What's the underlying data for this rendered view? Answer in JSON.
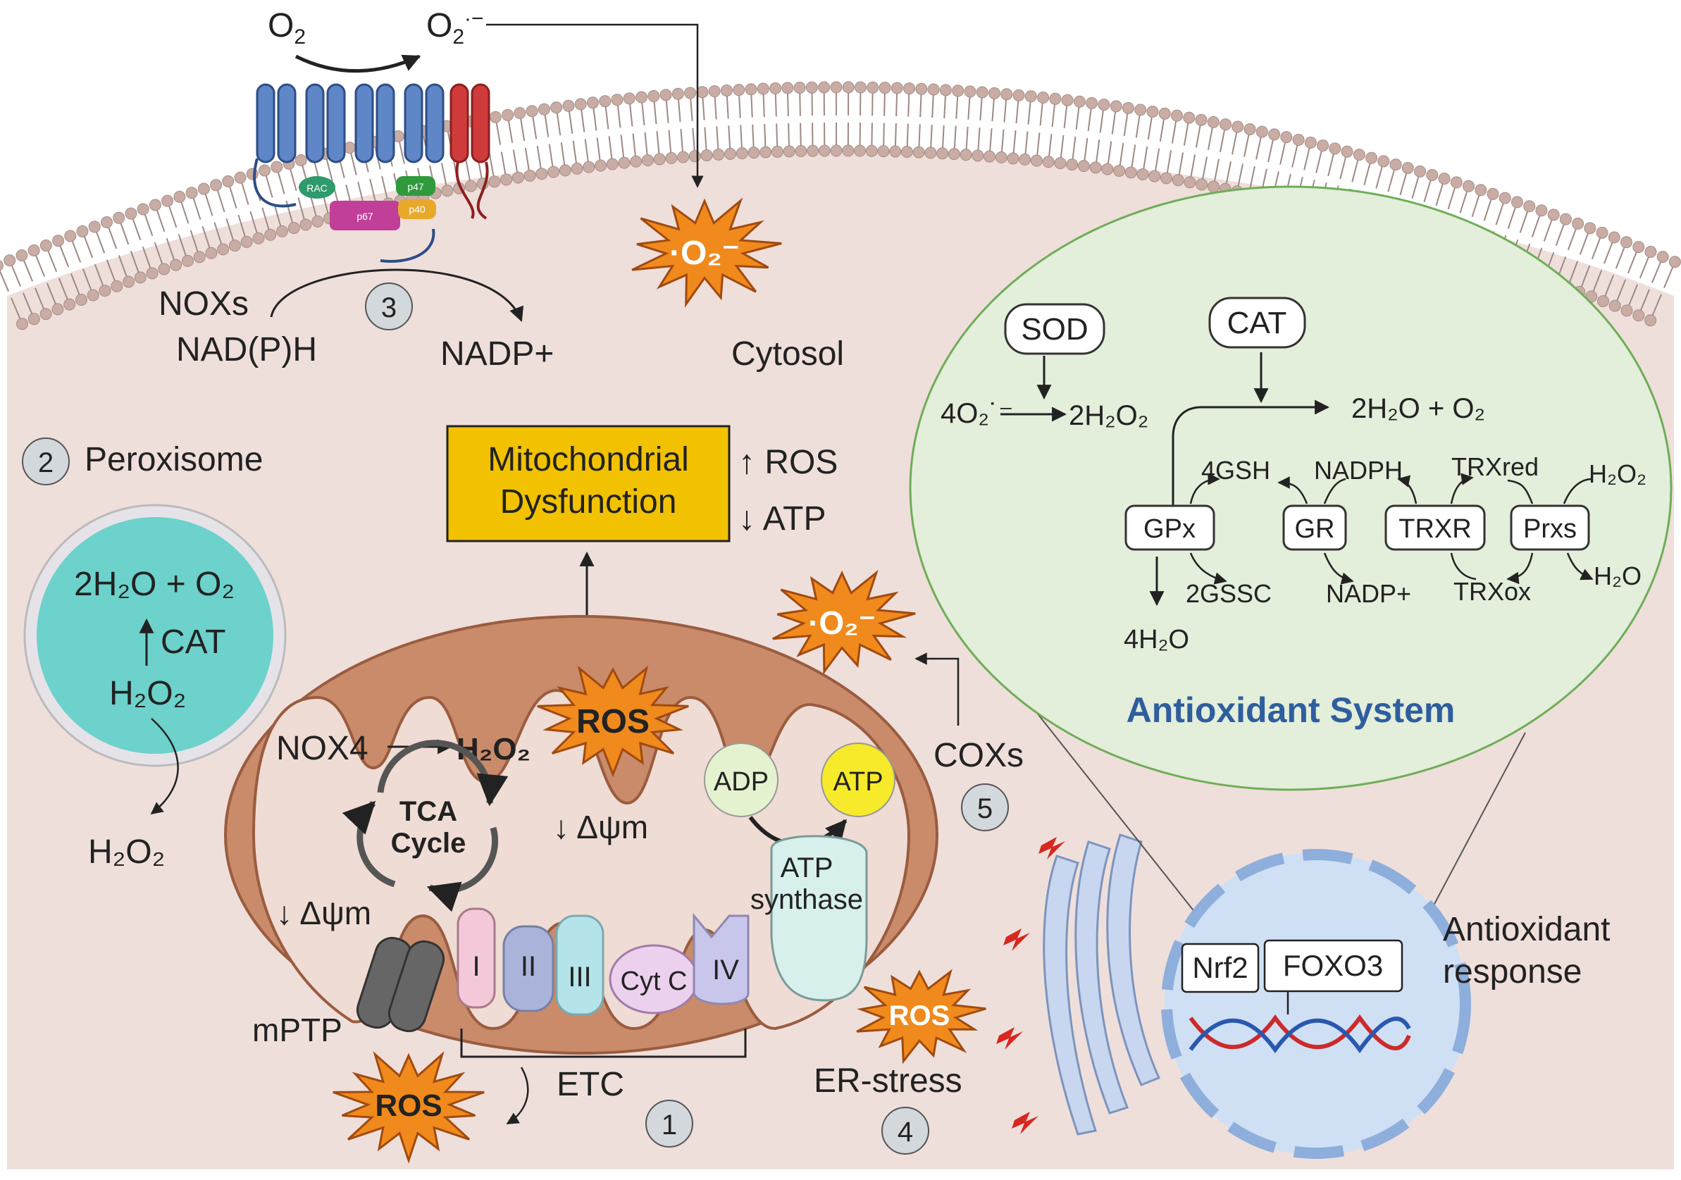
{
  "membrane": {
    "o2": "O",
    "o2_sub": "2",
    "superoxide": "O",
    "superoxide_sub": "2",
    "superoxide_sup": "·−",
    "subunits": {
      "rac": "RAC",
      "p47": "p47",
      "p67": "p67",
      "p40": "p40"
    },
    "step3": "3",
    "noxs": "NOXs",
    "nadph": "NAD(P)H",
    "nadp_plus": "NADP+",
    "cytosol": "Cytosol"
  },
  "peroxisome": {
    "step2": "2",
    "label": "Peroxisome",
    "product": "2H₂O + O₂",
    "enzyme": "CAT",
    "substrate": "H₂O₂",
    "released": "H₂O₂"
  },
  "dysfunction": {
    "line1": "Mitochondrial",
    "line2": "Dysfunction",
    "ros_up": "↑ ROS",
    "atp_down": "↓ ATP"
  },
  "mitochondrion": {
    "nox4": "NOX4",
    "h2o2": "H₂O₂",
    "tca1": "TCA",
    "tca2": "Cycle",
    "ros_inner": "ROS",
    "dpsi_inner": "↓ Δψm",
    "dpsi_left": "↓ Δψm",
    "adp": "ADP",
    "atp": "ATP",
    "atp_synthase1": "ATP",
    "atp_synthase2": "synthase",
    "complexes": [
      "I",
      "II",
      "III",
      "Cyt C",
      "IV"
    ],
    "mptp": "mPTP",
    "etc": "ETC",
    "ros_out": "ROS",
    "step1": "1"
  },
  "cox": {
    "superoxide": "·O₂⁻",
    "label": "COXs",
    "step5": "5"
  },
  "er": {
    "ros": "ROS",
    "label": "ER-stress",
    "step4": "4"
  },
  "nucleus": {
    "nrf2": "Nrf2",
    "foxo3": "FOXO3",
    "response1": "Antioxidant",
    "response2": "response"
  },
  "antioxidant": {
    "sod": "SOD",
    "cat": "CAT",
    "superoxide": "4O₂˙⁻",
    "h2o2": "2H₂O₂",
    "products": "2H₂O + O₂",
    "gsh": "4GSH",
    "nadph": "NADPH",
    "trx_red": "TRXred",
    "h2o2_right": "H₂O₂",
    "gpx": "GPx",
    "gr": "GR",
    "trxr": "TRXR",
    "prxs": "Prxs",
    "water4": "4H₂O",
    "gssg": "2GSSC",
    "nadp_plus": "NADP+",
    "trx_ox": "TRXox",
    "water": "H₂O",
    "title": "Antioxidant System"
  },
  "colors": {
    "cell": "#efdfdb",
    "membrane_head": "#c9aca4",
    "nox_blue": "#5f86c6",
    "nox_red": "#cf3b3b",
    "burst": "#f08a1c",
    "burst_edge": "#a14a10",
    "mito": "#c98b69",
    "mito_inner": "#efdcd4",
    "dysfunction": "#f2c200",
    "peroxisome": "#6cd2cb",
    "antioxidant_bg": "#e3eedb",
    "antioxidant_title": "#2e5e9e",
    "nucleus": "#cfe0f4",
    "step_badge": "#d3d8dd"
  }
}
